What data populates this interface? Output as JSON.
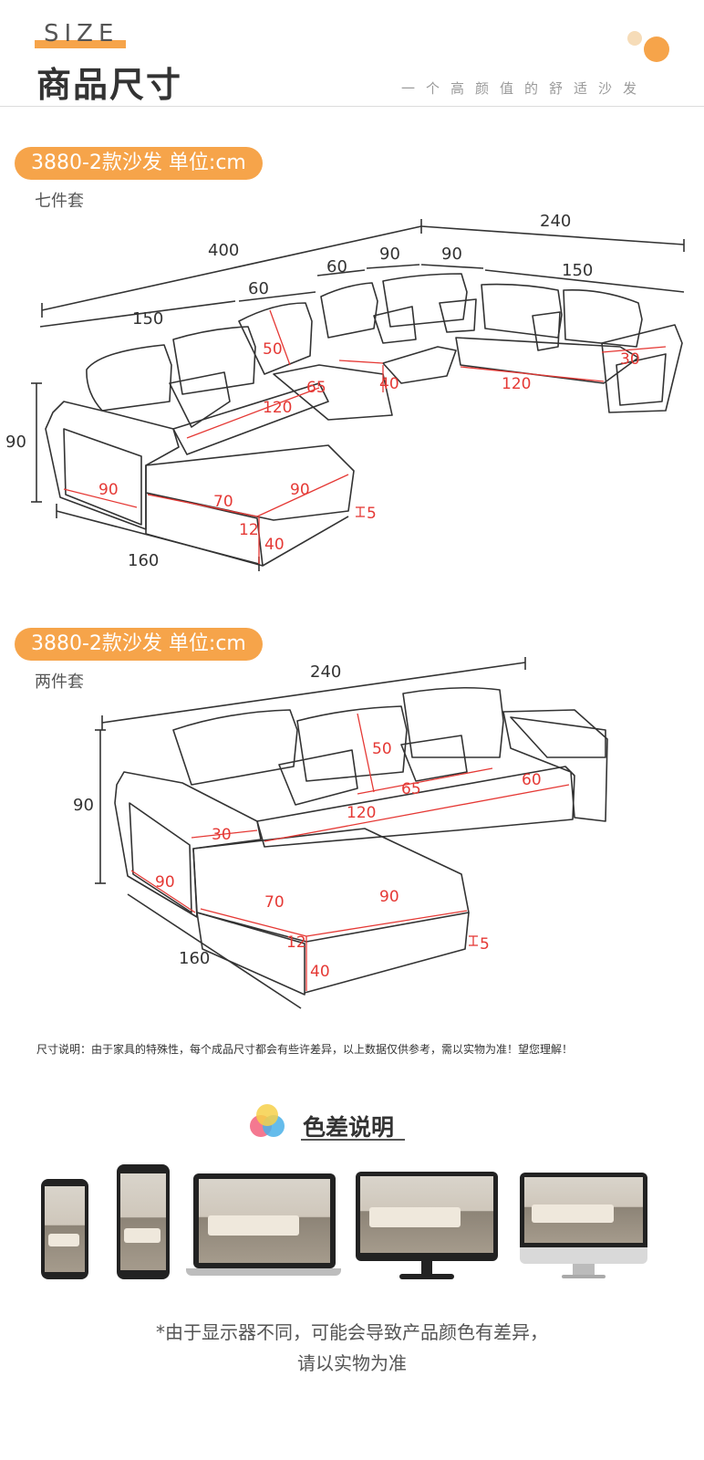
{
  "header": {
    "size_word": "SIZE",
    "title": "商品尺寸",
    "slogan": "一个高颜值的舒适沙发",
    "accent": "#f6a44a"
  },
  "section1": {
    "pill": "3880-2款沙发 单位:cm",
    "subtitle": "七件套",
    "dims": {
      "d240": "240",
      "d400": "400",
      "d60a": "60",
      "d90a": "90",
      "d90b": "90",
      "d150a": "150",
      "d150b": "150",
      "d60b": "60",
      "d50": "50",
      "d65": "65",
      "d40a": "40",
      "d120a": "120",
      "d120b": "120",
      "d30": "30",
      "d90h": "90",
      "d90c": "90",
      "d70": "70",
      "d90d": "90",
      "d12": "12",
      "d40b": "40",
      "d5": "5",
      "d160": "160"
    }
  },
  "section2": {
    "pill": "3880-2款沙发 单位:cm",
    "subtitle": "两件套",
    "dims": {
      "d240": "240",
      "d90h": "90",
      "d50": "50",
      "d65": "65",
      "d60": "60",
      "d120": "120",
      "d30": "30",
      "d90a": "90",
      "d70": "70",
      "d90b": "90",
      "d12": "12",
      "d40": "40",
      "d5": "5",
      "d160": "160"
    }
  },
  "note": "尺寸说明：由于家具的特殊性，每个成品尺寸都会有些许差异，以上数据仅供参考，需以实物为准！望您理解！",
  "color_diff": {
    "title": "色差说明",
    "caption_line1": "*由于显示器不同，可能会导致产品颜色有差异，",
    "caption_line2": "请以实物为准",
    "device_names": [
      "phone-small-icon",
      "phone-large-icon",
      "laptop-icon",
      "monitor-icon",
      "imac-icon"
    ]
  }
}
